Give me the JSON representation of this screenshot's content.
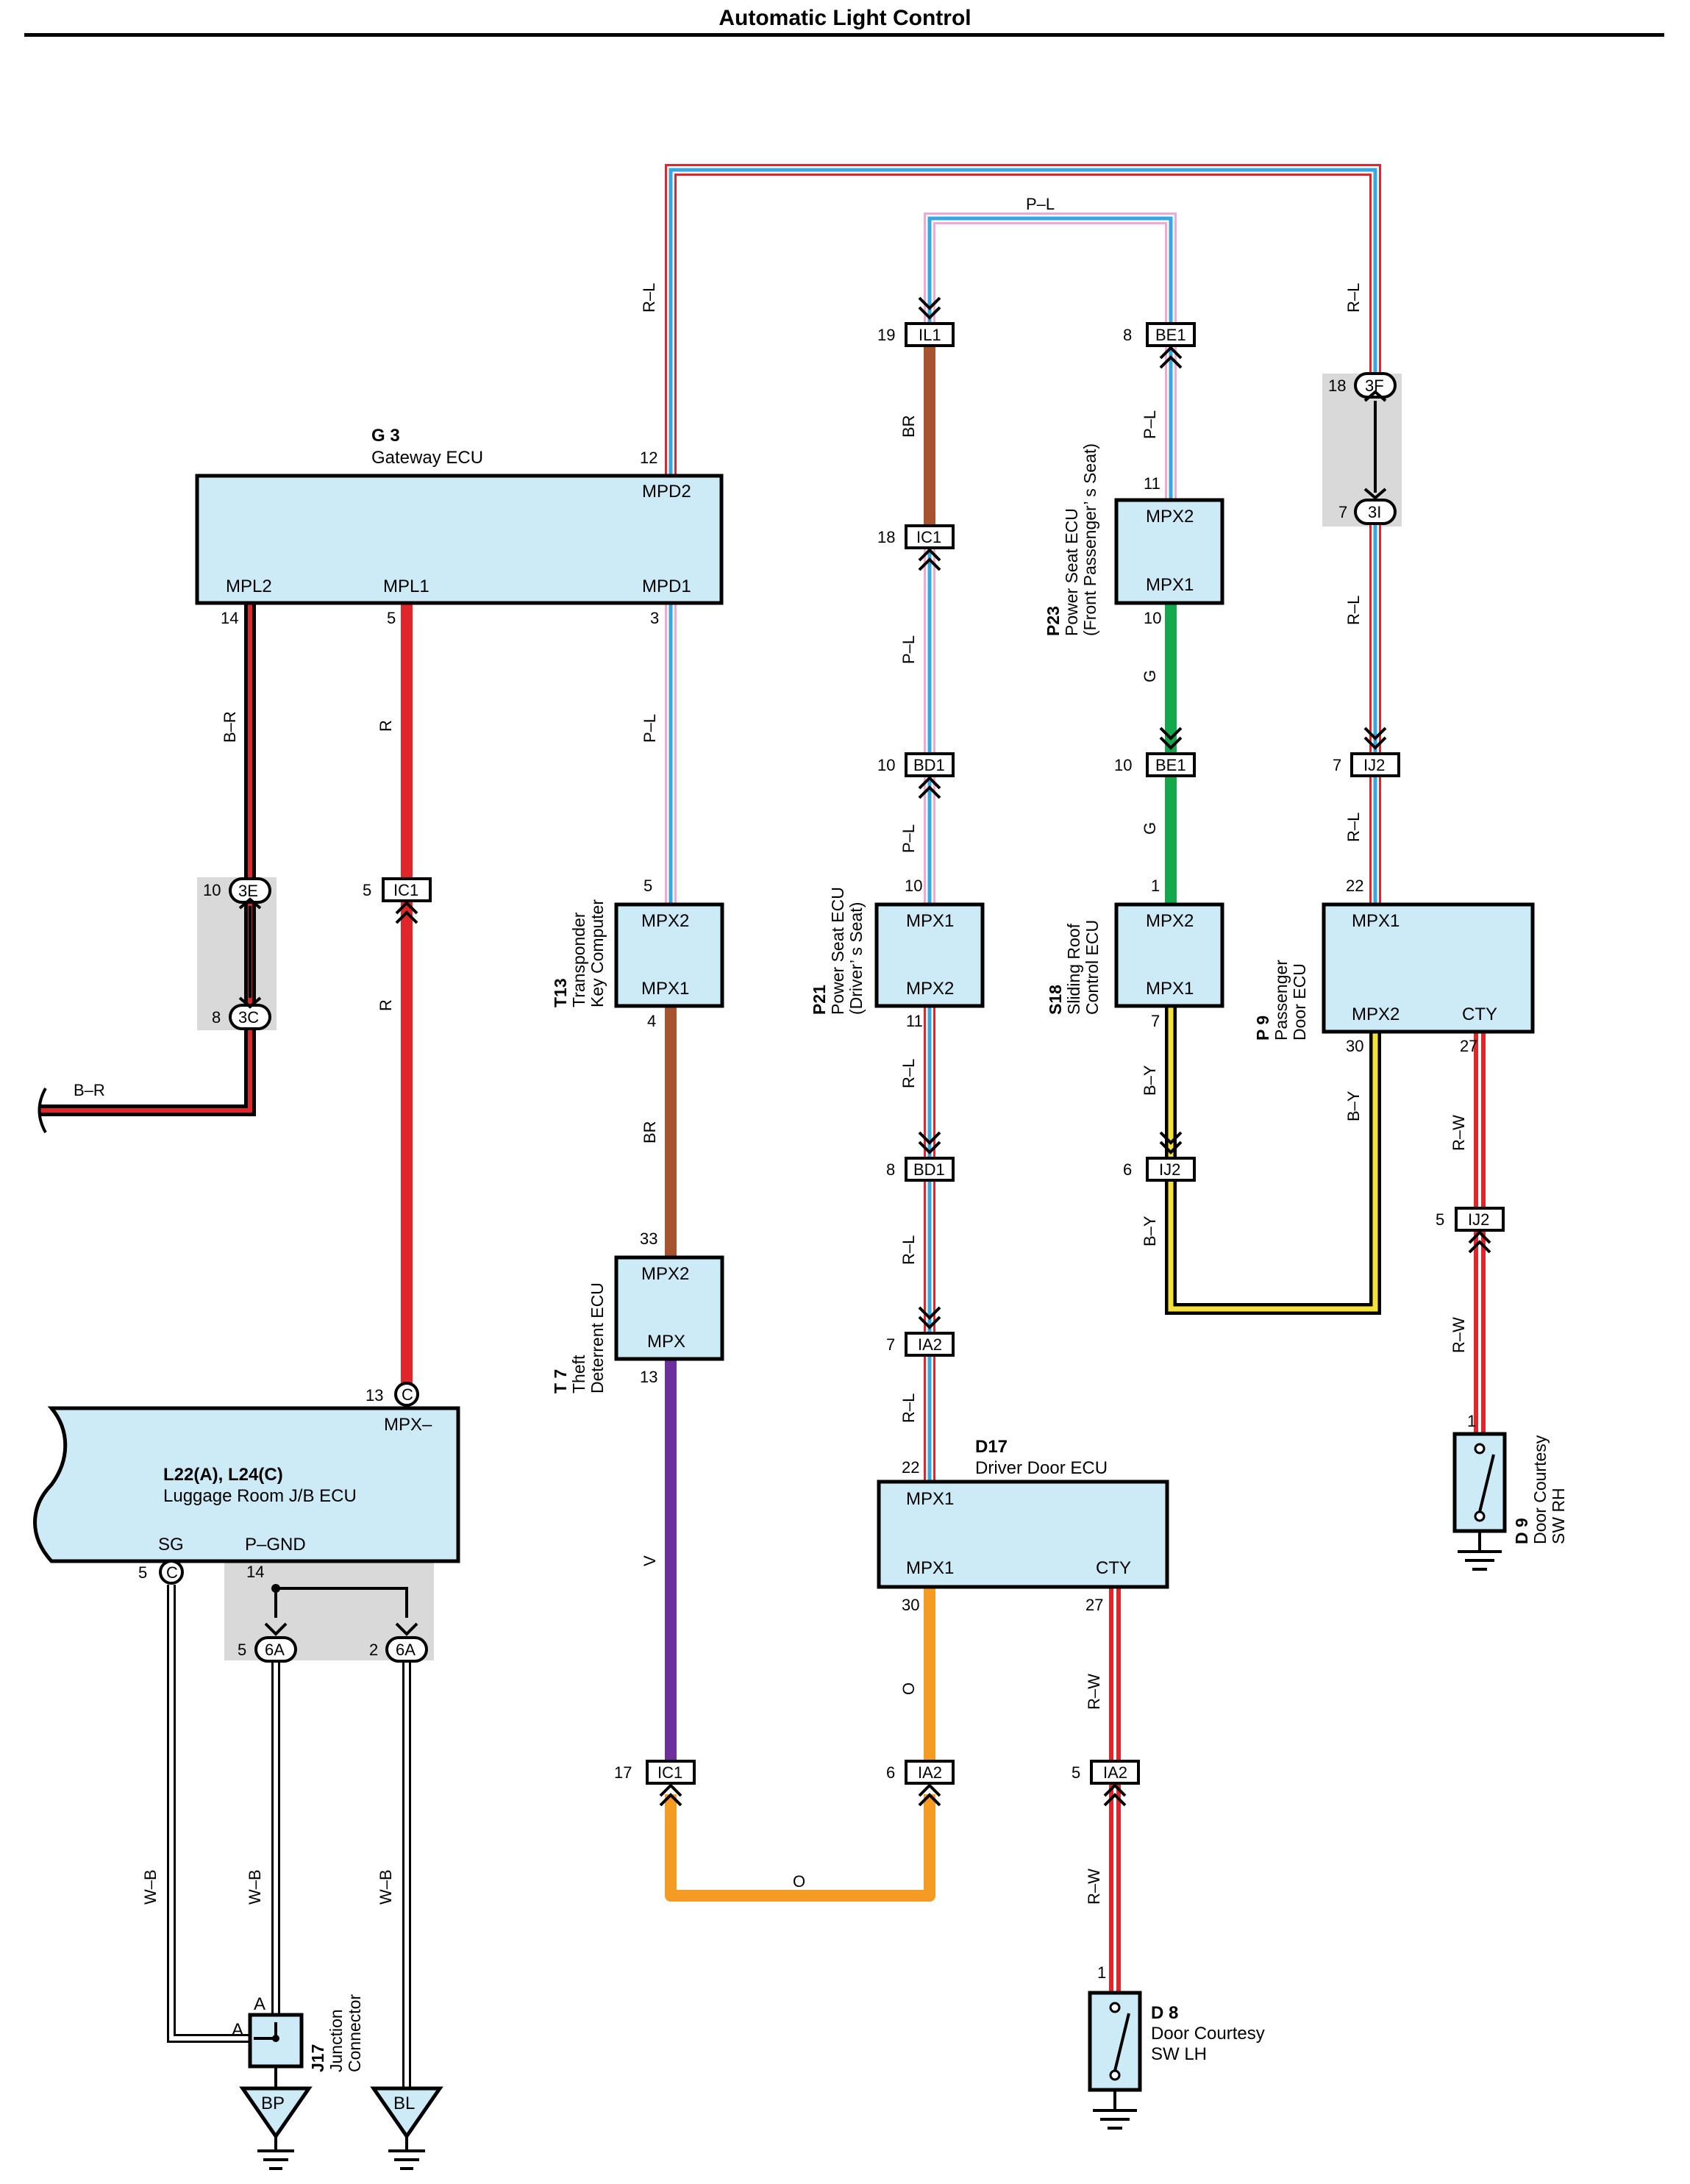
{
  "title": "Automatic Light Control",
  "components": {
    "G3": {
      "id": "G 3",
      "name": "Gateway ECU",
      "ports": [
        "MPD2",
        "MPL2",
        "MPL1",
        "MPD1"
      ]
    },
    "T13": {
      "id": "T13",
      "name1": "Transponder",
      "name2": "Key Computer",
      "ports": [
        "MPX2",
        "MPX1"
      ]
    },
    "T7": {
      "id": "T 7",
      "name1": "Theft",
      "name2": "Deterrent ECU",
      "ports": [
        "MPX2",
        "MPX"
      ]
    },
    "P21": {
      "id": "P21",
      "name1": "Power Seat ECU",
      "name2": "(Driver’ s Seat)",
      "ports": [
        "MPX1",
        "MPX2"
      ]
    },
    "P23": {
      "id": "P23",
      "name1": "Power Seat ECU",
      "name2": "(Front Passenger’ s Seat)",
      "ports": [
        "MPX2",
        "MPX1"
      ]
    },
    "S18": {
      "id": "S18",
      "name1": "Sliding Roof",
      "name2": "Control ECU",
      "ports": [
        "MPX2",
        "MPX1"
      ]
    },
    "P9": {
      "id": "P 9",
      "name1": "Passenger",
      "name2": "Door ECU",
      "ports": [
        "MPX1",
        "MPX2",
        "CTY"
      ]
    },
    "D17": {
      "id": "D17",
      "name": "Driver Door ECU",
      "ports": [
        "MPX1",
        "MPX1",
        "CTY"
      ]
    },
    "L22": {
      "id": "L22(A), L24(C)",
      "name": "Luggage Room J/B ECU",
      "ports": [
        "MPX–",
        "SG",
        "P–GND"
      ]
    },
    "D8": {
      "id": "D 8",
      "name1": "Door Courtesy",
      "name2": "SW LH"
    },
    "D9": {
      "id": "D 9",
      "name1": "Door Courtesy",
      "name2": "SW RH"
    },
    "J17": {
      "id": "J17",
      "name1": "Junction",
      "name2": "Connector"
    }
  },
  "connectors": [
    "IL1",
    "IC1",
    "BD1",
    "BE1",
    "IJ2",
    "IA2",
    "3F",
    "3I",
    "3E",
    "3C",
    "6A",
    "C",
    "A"
  ],
  "grounds": [
    "BP",
    "BL"
  ],
  "wire_colors": [
    "R–L",
    "P–L",
    "BR",
    "G",
    "B–R",
    "R",
    "B–Y",
    "R–W",
    "V",
    "O",
    "W–B"
  ],
  "pins": [
    "12",
    "14",
    "5",
    "3",
    "19",
    "18",
    "10",
    "8",
    "11",
    "7",
    "22",
    "4",
    "33",
    "13",
    "1",
    "6",
    "30",
    "27",
    "17",
    "2"
  ],
  "colors": {
    "red": "#e0262b",
    "blue": "#37a7e0",
    "pink": "#f2a6d6",
    "brown": "#a8532f",
    "green": "#14a84c",
    "yellow": "#f6e13b",
    "purple": "#6d2f9c",
    "orange": "#f39b23",
    "ecu_fill": "#cdeaf7",
    "shade": "#d9d9d9"
  }
}
